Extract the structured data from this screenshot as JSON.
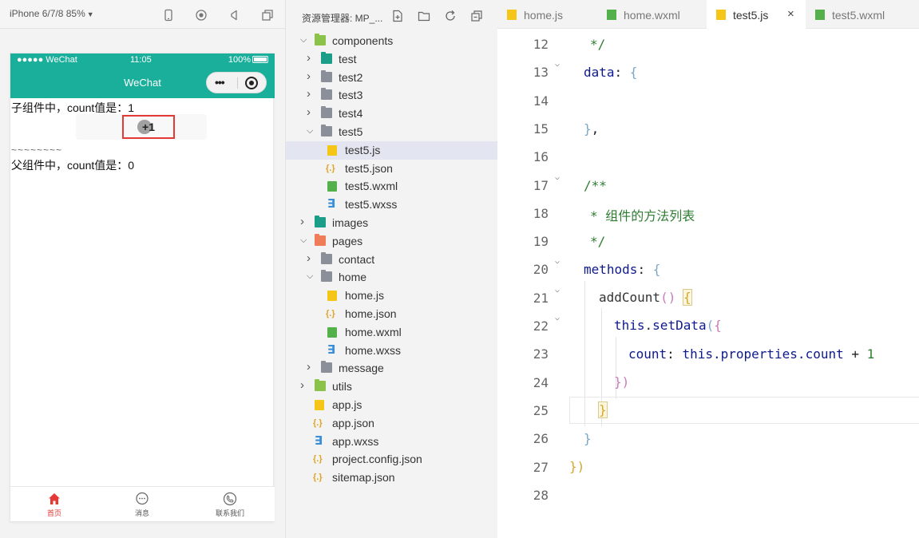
{
  "simulator": {
    "device": "iPhone 6/7/8 85%",
    "status_signal": "●●●●● WeChat",
    "status_time": "11:05",
    "status_battery": "100%",
    "nav_title": "WeChat",
    "child_count_text": "子组件中，count值是：1",
    "add_button_label": "+1",
    "tilde_text": "~~~~~~~~",
    "parent_count_text": "父组件中，count值是：0",
    "tabs": [
      {
        "label": "首页",
        "icon": "home-icon",
        "active": true
      },
      {
        "label": "消息",
        "icon": "message-icon",
        "active": false
      },
      {
        "label": "联系我们",
        "icon": "phone-icon",
        "active": false
      }
    ]
  },
  "explorer": {
    "title": "资源管理器: MP_...",
    "items": [
      {
        "name": "components",
        "kind": "folder-open",
        "level": 0
      },
      {
        "name": "test",
        "kind": "folder",
        "level": 1
      },
      {
        "name": "test2",
        "kind": "folder",
        "level": 1
      },
      {
        "name": "test3",
        "kind": "folder",
        "level": 1
      },
      {
        "name": "test4",
        "kind": "folder",
        "level": 1
      },
      {
        "name": "test5",
        "kind": "folder-open",
        "level": 1
      },
      {
        "name": "test5.js",
        "kind": "js",
        "level": 2
      },
      {
        "name": "test5.json",
        "kind": "json",
        "level": 2
      },
      {
        "name": "test5.wxml",
        "kind": "wxml",
        "level": 2
      },
      {
        "name": "test5.wxss",
        "kind": "wxss",
        "level": 2
      },
      {
        "name": "images",
        "kind": "folder",
        "level": 0
      },
      {
        "name": "pages",
        "kind": "folder-open",
        "level": 0
      },
      {
        "name": "contact",
        "kind": "folder",
        "level": 1
      },
      {
        "name": "home",
        "kind": "folder-open",
        "level": 1
      },
      {
        "name": "home.js",
        "kind": "js",
        "level": 2
      },
      {
        "name": "home.json",
        "kind": "json",
        "level": 2
      },
      {
        "name": "home.wxml",
        "kind": "wxml",
        "level": 2
      },
      {
        "name": "home.wxss",
        "kind": "wxss",
        "level": 2
      },
      {
        "name": "message",
        "kind": "folder",
        "level": 1
      },
      {
        "name": "utils",
        "kind": "folder",
        "level": 0
      },
      {
        "name": "app.js",
        "kind": "js",
        "level": 0
      },
      {
        "name": "app.json",
        "kind": "json",
        "level": 0
      },
      {
        "name": "app.wxss",
        "kind": "wxss",
        "level": 0
      },
      {
        "name": "project.config.json",
        "kind": "json",
        "level": 0
      },
      {
        "name": "sitemap.json",
        "kind": "json",
        "level": 0
      }
    ],
    "selected": "test5.js"
  },
  "editor": {
    "tabs": [
      {
        "label": "home.js",
        "icon": "js-file-icon",
        "active": false
      },
      {
        "label": "home.wxml",
        "icon": "wxml-file-icon",
        "active": false
      },
      {
        "label": "test5.js",
        "icon": "js-file-icon",
        "active": true
      },
      {
        "label": "test5.wxml",
        "icon": "wxml-file-icon",
        "active": false
      }
    ],
    "close_glyph": "×",
    "lines": [
      {
        "n": "12",
        "fold": false
      },
      {
        "n": "13",
        "fold": true
      },
      {
        "n": "14",
        "fold": false
      },
      {
        "n": "15",
        "fold": false
      },
      {
        "n": "16",
        "fold": false
      },
      {
        "n": "17",
        "fold": true
      },
      {
        "n": "18",
        "fold": false
      },
      {
        "n": "19",
        "fold": false
      },
      {
        "n": "20",
        "fold": true
      },
      {
        "n": "21",
        "fold": true
      },
      {
        "n": "22",
        "fold": true
      },
      {
        "n": "23",
        "fold": false
      },
      {
        "n": "24",
        "fold": false
      },
      {
        "n": "25",
        "fold": false
      },
      {
        "n": "26",
        "fold": false
      },
      {
        "n": "27",
        "fold": false
      },
      {
        "n": "28",
        "fold": false
      }
    ],
    "code": {
      "l12": "*/",
      "l13_key": "data",
      "l13_colon": ": ",
      "l13_brace": "{",
      "l15_brace": "}",
      "l15_comma": ",",
      "l17": "/**",
      "l18": "* 组件的方法列表",
      "l19": "*/",
      "l20_key": "methods",
      "l20_colon": ": ",
      "l20_brace": "{",
      "l21_fn": "addCount",
      "l21_parens": "()",
      "l21_brace": "{",
      "l22_this": "this",
      "l22_dot": ".",
      "l22_fn": "setData",
      "l22_paren": "(",
      "l22_brace": "{",
      "l23_key": "count",
      "l23_colon": ": ",
      "l23_expr": "this.properties.count",
      "l23_plus": " + ",
      "l23_num": "1",
      "l24_close": "})",
      "l25_brace": "}",
      "l26_brace": "}",
      "l27_close": "})"
    }
  }
}
